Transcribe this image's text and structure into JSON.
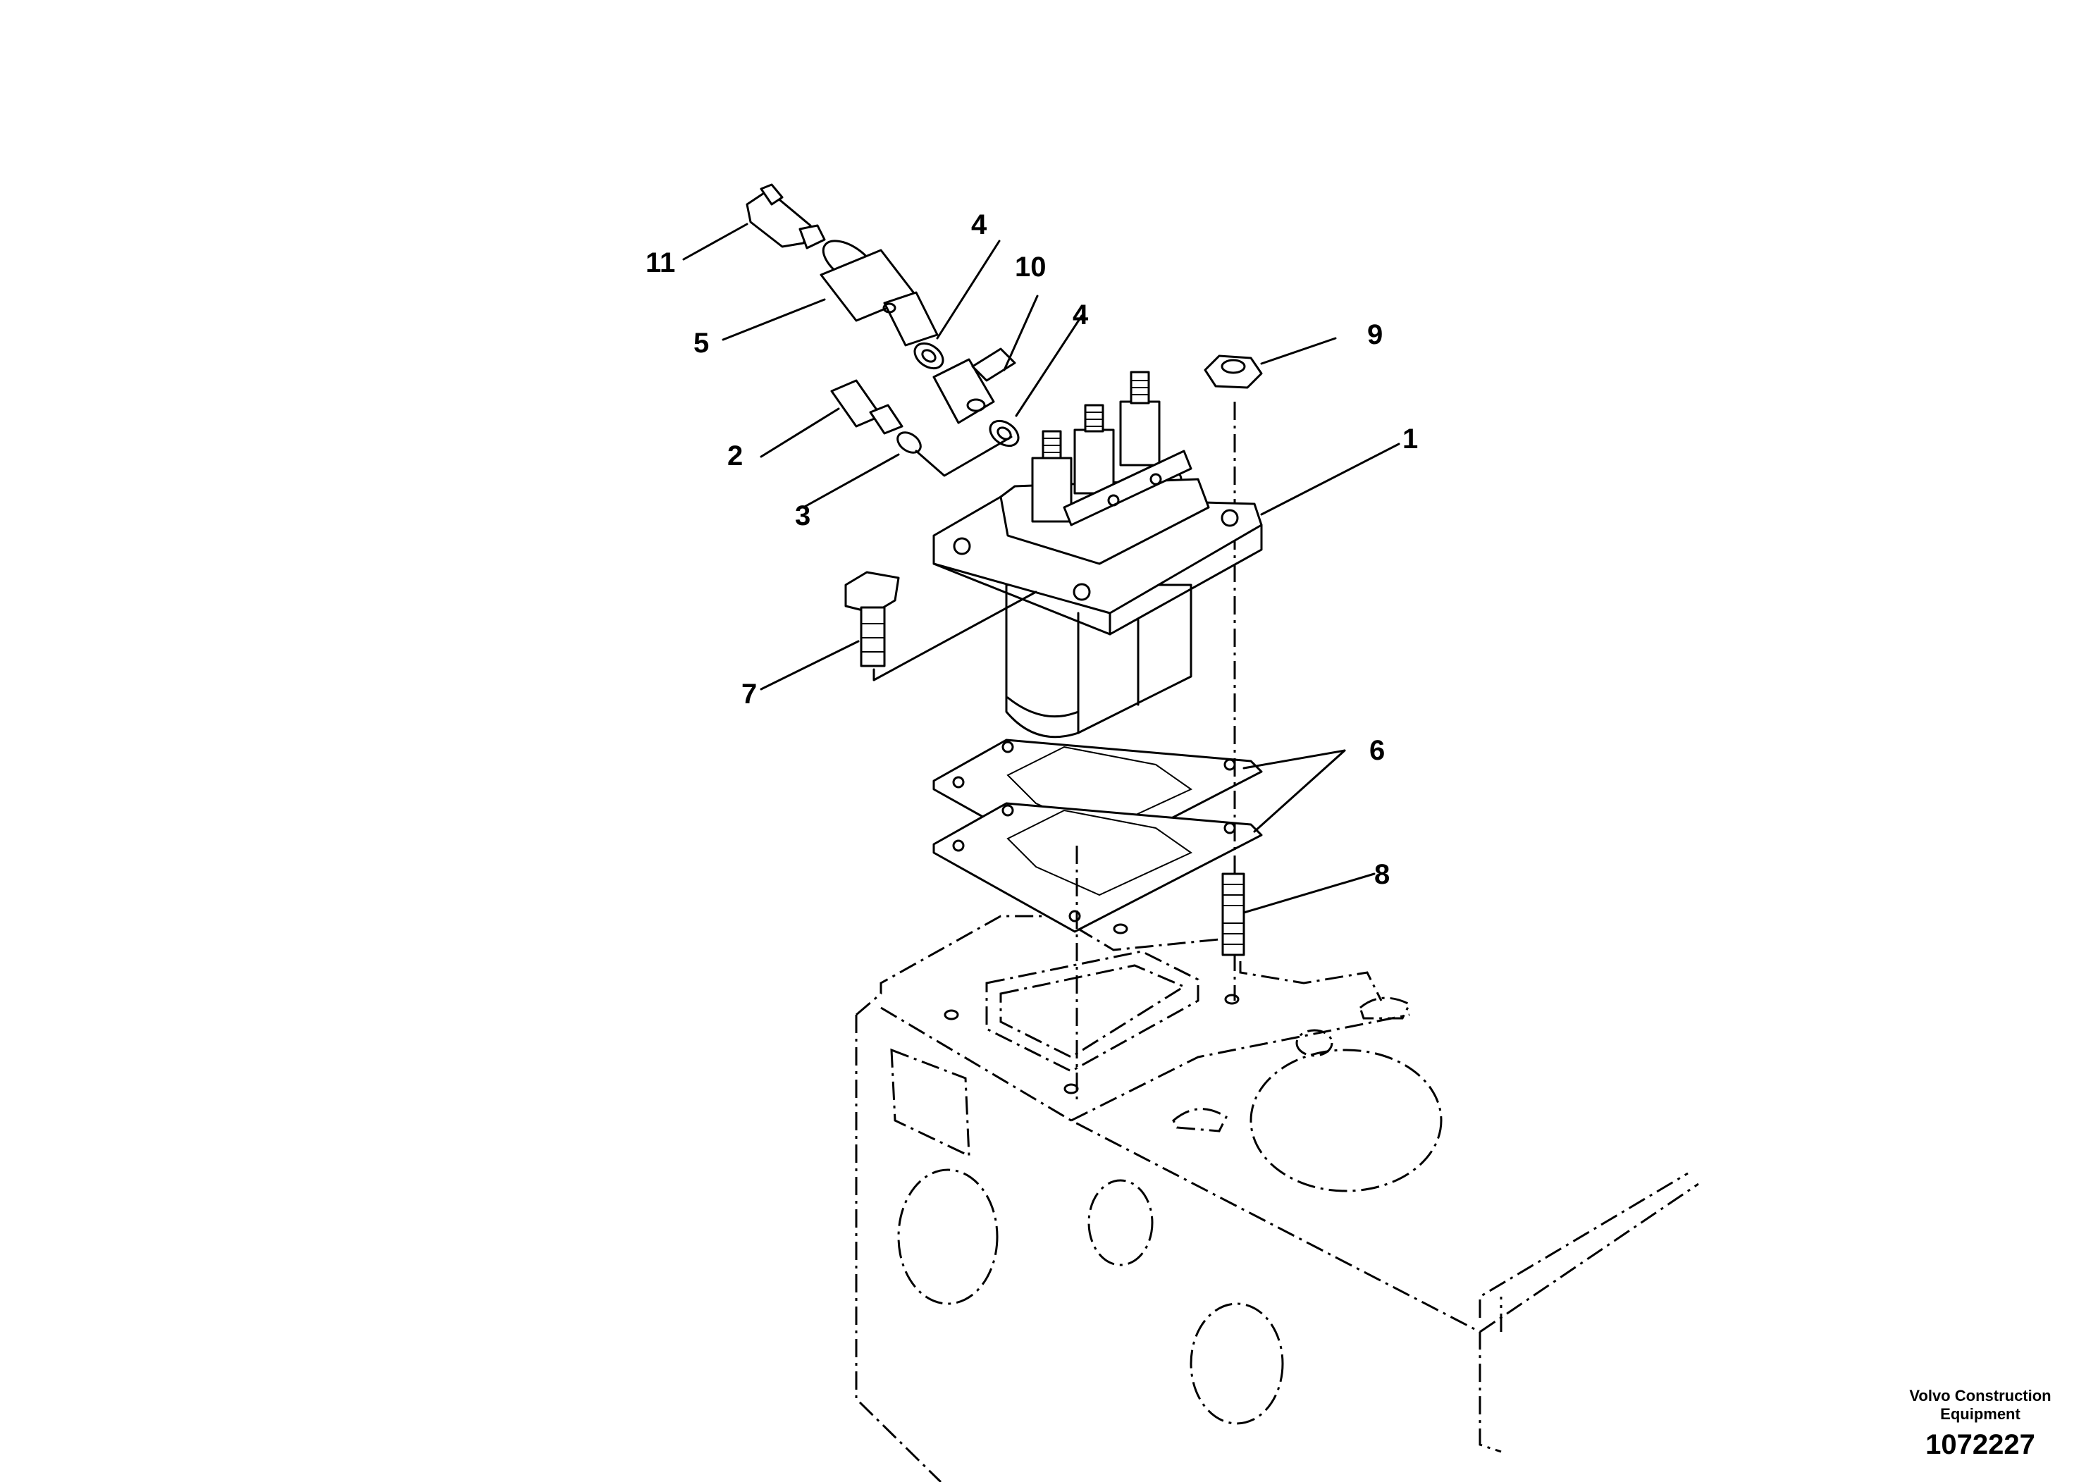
{
  "callouts": {
    "c1": "1",
    "c2": "2",
    "c3": "3",
    "c4a": "4",
    "c4b": "4",
    "c5": "5",
    "c6": "6",
    "c7": "7",
    "c8": "8",
    "c9": "9",
    "c10": "10",
    "c11": "11"
  },
  "footer": {
    "brand_line1": "Volvo Construction",
    "brand_line2": "Equipment",
    "document_number": "1072227"
  }
}
